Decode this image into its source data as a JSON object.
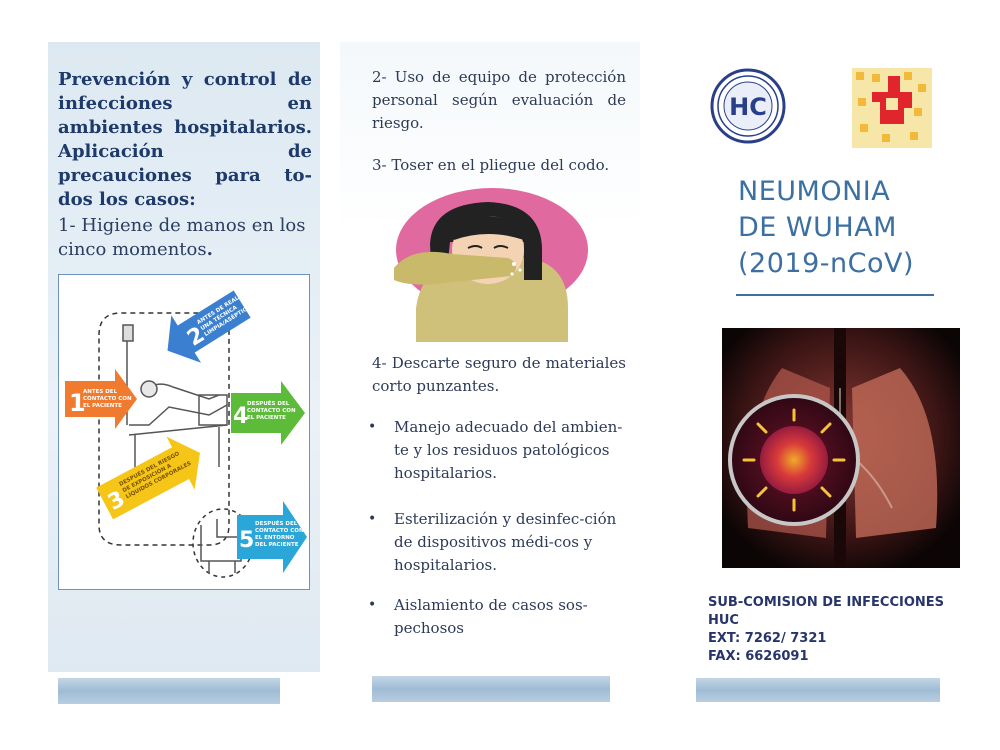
{
  "panel1": {
    "title": "Prevención y control de infecciones en ambientes hospitalarios. Aplicación de precauciones para to-dos los casos:",
    "step1_text": "1- Higiene de manos en los cinco momentos",
    "step1_end": ".",
    "hand_hygiene": {
      "moment1": [
        "ANTES DEL",
        "CONTACTO CON",
        "EL PACIENTE"
      ],
      "moment2": [
        "ANTES DE REALIZAR",
        "UNA TÉCNICA",
        "LIMPIA/ASÉPTICA"
      ],
      "moment3": [
        "DESPUÉS DEL RIESGO",
        "DE EXPOSICIÓN A",
        "LÍQUIDOS CORPORALES"
      ],
      "moment4": [
        "DESPUÉS DEL",
        "CONTACTO CON",
        "EL PACIENTE"
      ],
      "moment5": [
        "DESPUÉS DEL",
        "CONTACTO CON",
        "EL ENTORNO",
        "DEL PACIENTE"
      ],
      "numbers": [
        "1",
        "2",
        "3",
        "4",
        "5"
      ]
    }
  },
  "panel2": {
    "item2": "2- Uso de equipo de protección personal según evaluación de riesgo.",
    "item3": "3- Toser en el pliegue del codo.",
    "item4": "4- Descarte seguro de materiales corto punzantes.",
    "bullets": [
      "Manejo adecuado del ambien-te y los residuos patológicos hospitalarios.",
      "Esterilización y desinfec-ción de dispositivos médi-cos y hospitalarios.",
      "Aislamiento de casos sos-pechosos"
    ],
    "bullet_glyph": "•"
  },
  "panel3": {
    "logo_text": "HC",
    "title_lines": [
      "NEUMONIA",
      "DE WUHAM",
      "(2019-nCoV)"
    ],
    "contact": {
      "org": "SUB-COMISION  DE INFECCIONES HUC",
      "ext": "EXT:  7262/  7321",
      "fax": "FAX: 6626091"
    }
  },
  "colors": {
    "title_blue": "#3c6fa2",
    "heading_navy": "#1e3a6a",
    "bar_blue": "#9fbcd4",
    "arrow_orange": "#f07a2e",
    "arrow_blue": "#3a7fd0",
    "arrow_yellow": "#f5c518",
    "arrow_green": "#5dbb3a",
    "arrow_cyan": "#2aa6d8"
  }
}
